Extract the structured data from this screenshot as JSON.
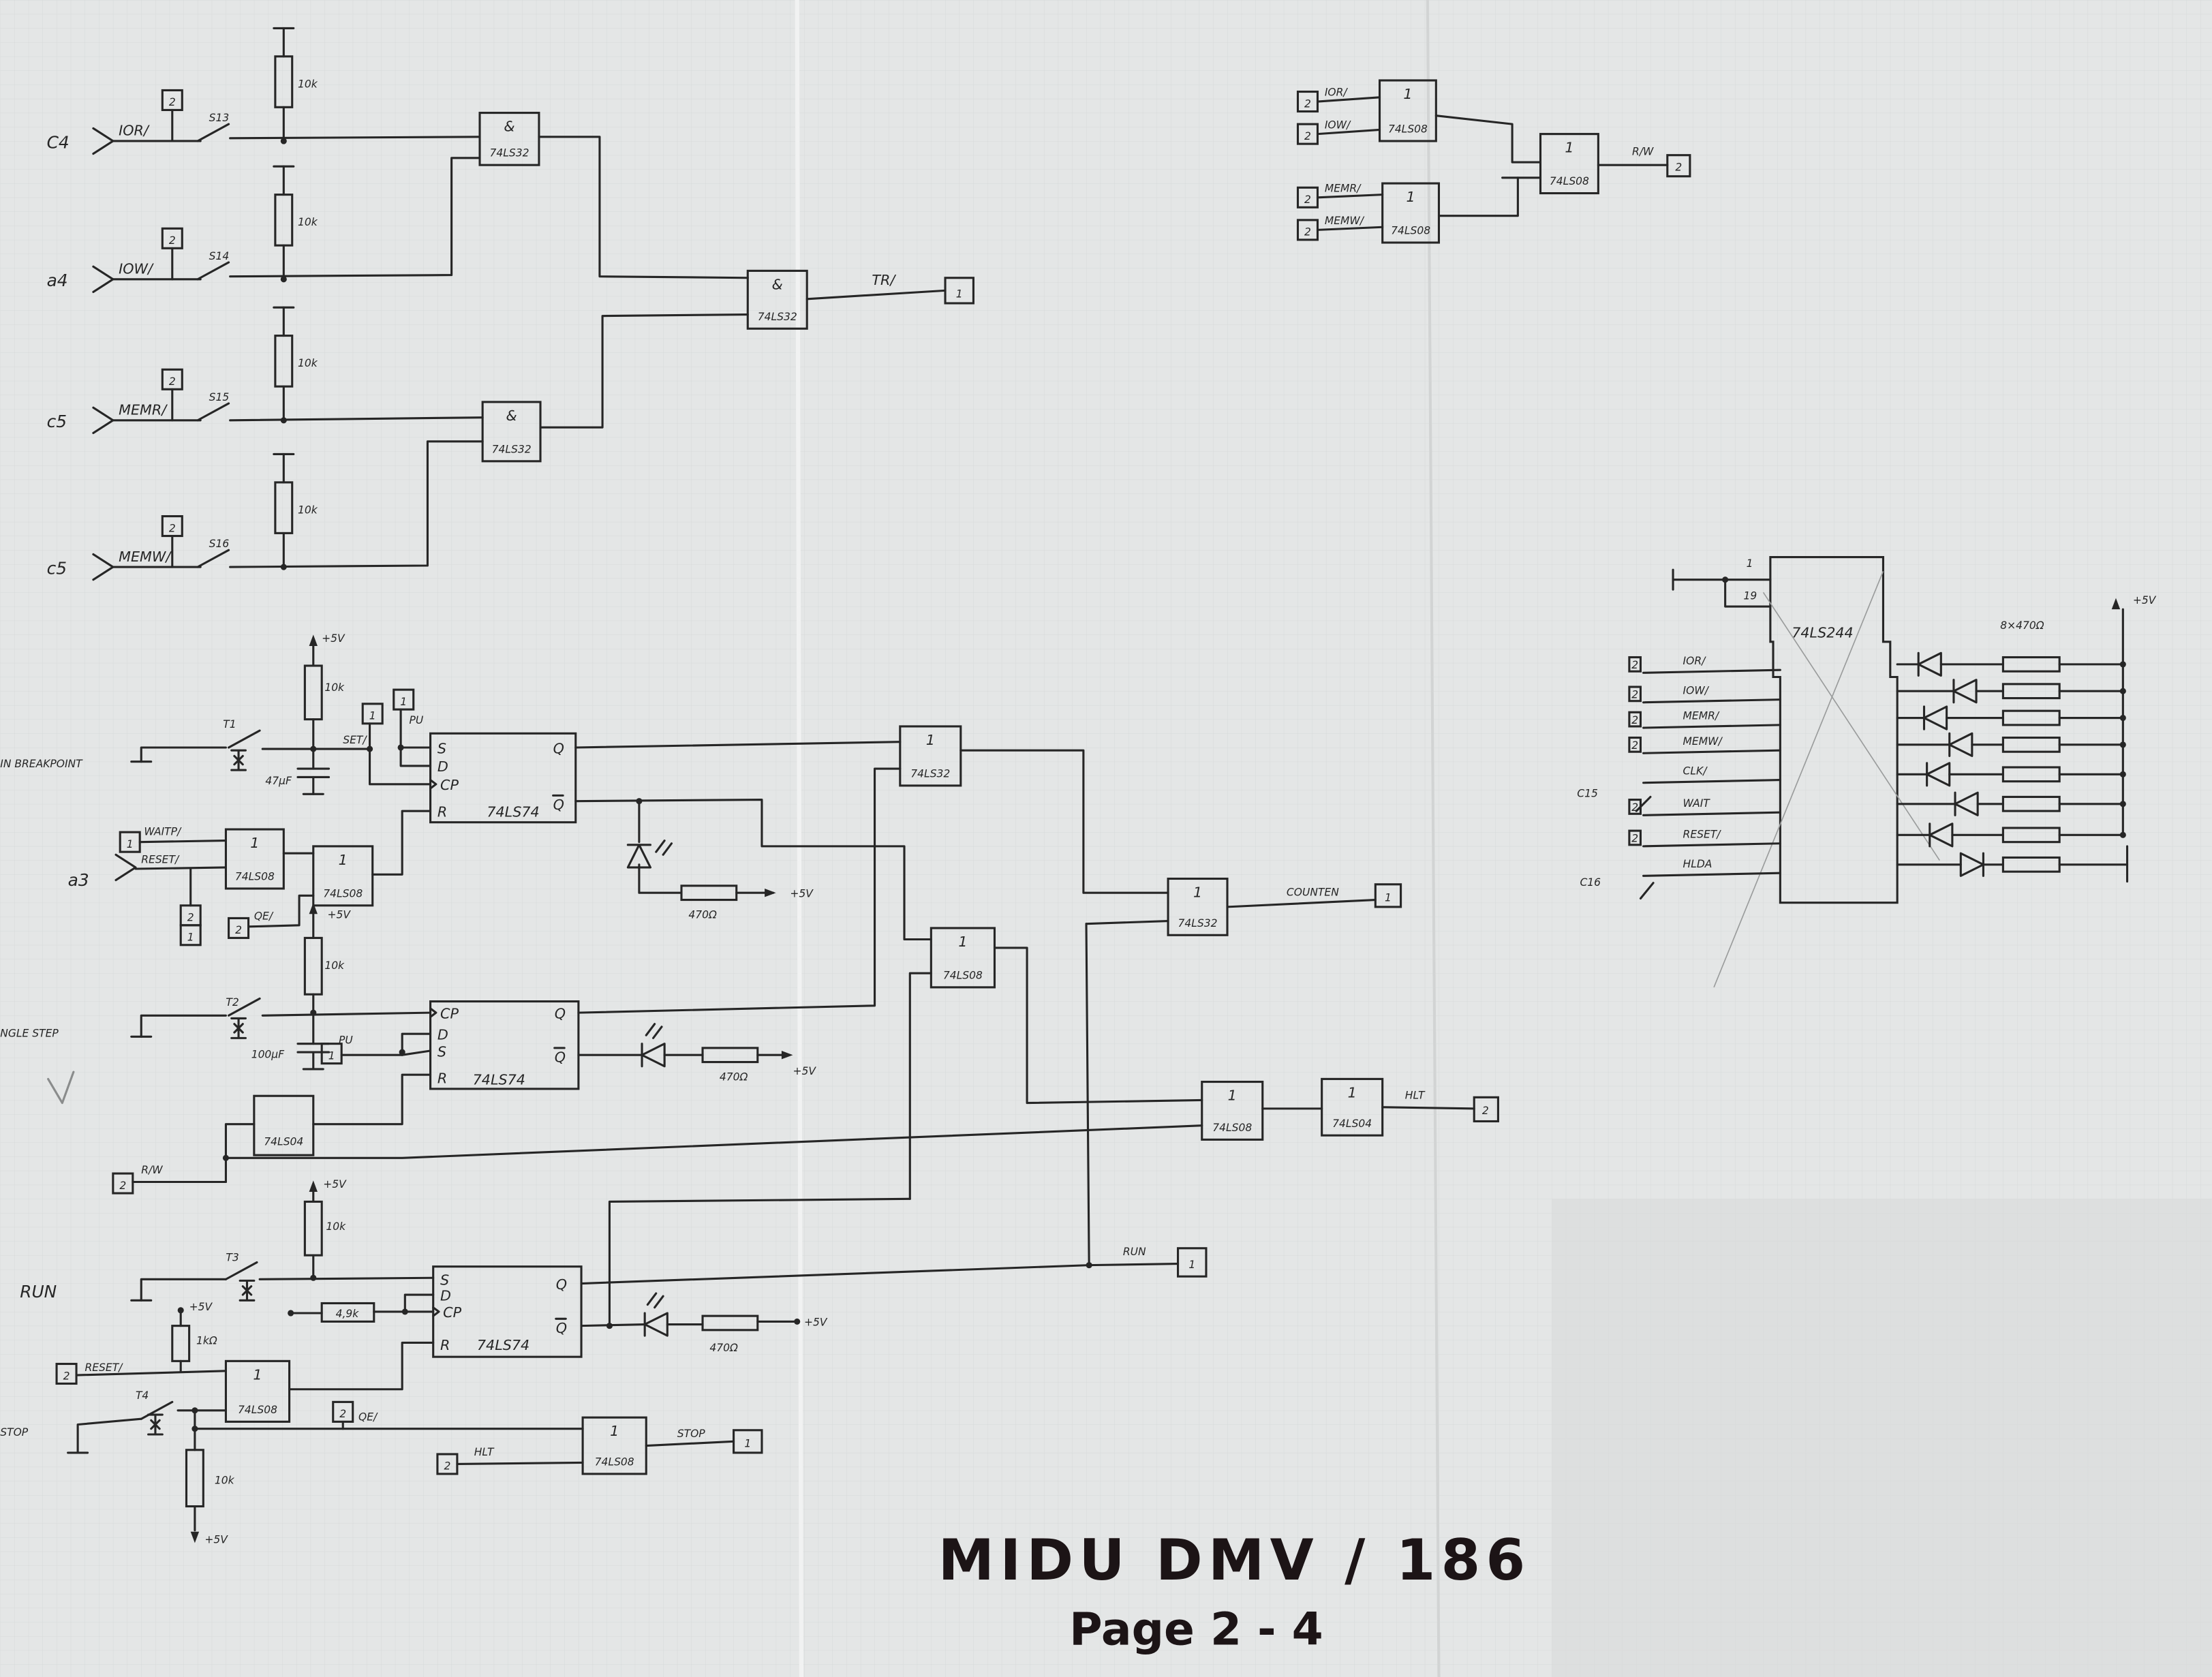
{
  "sheet": {
    "title": "MIDU  DMV / 186",
    "page": "Page 2 - 4"
  },
  "decoder": {
    "rows": [
      {
        "connector": "C4",
        "signal": "IOR/",
        "switch": "S13",
        "resistor": "10k",
        "ref": "2"
      },
      {
        "connector": "a4",
        "signal": "IOW/",
        "switch": "S14",
        "resistor": "10k",
        "ref": "2"
      },
      {
        "connector": "c5",
        "signal": "MEMR/",
        "switch": "S15",
        "resistor": "10k",
        "ref": "2"
      },
      {
        "connector": "c5",
        "signal": "MEMW/",
        "switch": "S16",
        "resistor": "10k",
        "ref": "2"
      }
    ],
    "gates": [
      {
        "symbol": "&",
        "part": "74LS32"
      },
      {
        "symbol": "&",
        "part": "74LS32"
      },
      {
        "symbol": "&",
        "part": "74LS32"
      }
    ],
    "output": {
      "signal": "TR/",
      "ref": "1"
    }
  },
  "rw_logic": {
    "inputs": [
      {
        "signal": "IOR/",
        "ref": "2"
      },
      {
        "signal": "IOW/",
        "ref": "2"
      },
      {
        "signal": "MEMR/",
        "ref": "2"
      },
      {
        "signal": "MEMW/",
        "ref": "2"
      }
    ],
    "gates": [
      {
        "symbol": "1",
        "part": "74LS08"
      },
      {
        "symbol": "1",
        "part": "74LS08"
      },
      {
        "symbol": "1",
        "part": "74LS08"
      }
    ],
    "output": {
      "signal": "R/W",
      "ref": "2"
    }
  },
  "status_leds": {
    "chip": "74LS244",
    "pin_enable": "1",
    "pin_g": "19",
    "connectors": [
      "C15",
      "C16"
    ],
    "signals": [
      "IOR/",
      "IOW/",
      "MEMR/",
      "MEMW/",
      "CLK/",
      "WAIT",
      "RESET/",
      "HLDA"
    ],
    "ref": "2",
    "resistors": "8×470Ω",
    "supply": "+5V"
  },
  "breakpoint": {
    "input": "IN BREAKPOINT",
    "switch": "T1",
    "resistor": "10k",
    "supply": "+5V",
    "capacitor": "47µF",
    "set_label": "SET/",
    "set_ref": "1",
    "pu_label": "PU",
    "pu_ref": "1",
    "ff": {
      "part": "74LS74",
      "s": "S",
      "d": "D",
      "cp": "CP",
      "r": "R",
      "q": "Q",
      "qn": "Q"
    },
    "led_resistor": "470Ω",
    "led_supply": "+5V",
    "reset": {
      "connector": "a3",
      "waitp": "WAITP/",
      "waitp_ref": "1",
      "reset": "RESET/",
      "reset_ref_a": "2",
      "reset_ref_b": "1",
      "qe": "QE/",
      "qe_ref": "2",
      "gates": [
        {
          "symbol": "1",
          "part": "74LS08"
        },
        {
          "symbol": "1",
          "part": "74LS08"
        }
      ],
      "supply": "+5V"
    }
  },
  "single_step": {
    "input": "NGLE STEP",
    "switch": "T2",
    "resistor": "10k",
    "capacitor": "100µF",
    "pu_label": "PU",
    "pu_ref": "1",
    "ff": {
      "part": "74LS74",
      "cp": "CP",
      "d": "D",
      "s": "S",
      "r": "R",
      "q": "Q",
      "qn": "Q"
    },
    "led_resistor": "470Ω",
    "led_supply": "+5V",
    "inverter": "74LS04",
    "rw": {
      "signal": "R/W",
      "ref": "2"
    },
    "check": "V"
  },
  "control": {
    "or_gate": {
      "symbol": "1",
      "part": "74LS32"
    },
    "and_gate": {
      "symbol": "1",
      "part": "74LS08"
    },
    "counten_gate": {
      "symbol": "1",
      "part": "74LS32"
    },
    "counten": {
      "signal": "COUNTEN",
      "ref": "1"
    },
    "hlt_gate": {
      "symbol": "1",
      "part": "74LS08"
    },
    "hlt_inv": {
      "symbol": "1",
      "part": "74LS04"
    },
    "hlt": {
      "signal": "HLT",
      "ref": "2"
    },
    "run_out": {
      "signal": "RUN",
      "ref": "1"
    }
  },
  "run": {
    "input": "RUN",
    "switch": "T3",
    "resistor": "10k",
    "supply": "+5V",
    "clock_res": "4,9k",
    "ff": {
      "part": "74LS74",
      "s": "S",
      "d": "D",
      "cp": "CP",
      "r": "R",
      "q": "Q",
      "qn": "Q"
    },
    "led_resistor": "470Ω",
    "led_supply": "+5V",
    "reset": {
      "signal": "RESET/",
      "ref": "2",
      "pullup": "1kΩ",
      "pullup_supply": "+5V"
    },
    "gate": {
      "symbol": "1",
      "part": "74LS08"
    }
  },
  "stop": {
    "input": "STOP",
    "switch": "T4",
    "qe": "QE/",
    "qe_ref": "2",
    "resistor": "10k",
    "supply": "+5V",
    "hlt": {
      "signal": "HLT",
      "ref": "2"
    },
    "gate": {
      "symbol": "1",
      "part": "74LS08"
    },
    "output": {
      "signal": "STOP",
      "ref": "1"
    }
  }
}
